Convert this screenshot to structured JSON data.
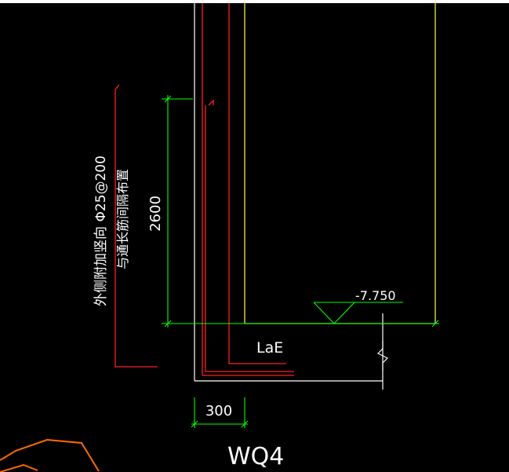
{
  "drawing": {
    "annotation_rebar": "外侧附加竖向 Φ25@200",
    "annotation_note": "与通长筋间隔布置",
    "dim_height": "2600",
    "dim_width": "300",
    "elevation": "-7.750",
    "anchor_label": "LaE",
    "wall_label": "WQ4"
  },
  "colors": {
    "background": "#000000",
    "wall": "#ffffff",
    "rebar": "#ff2020",
    "dimension": "#00ff00",
    "slab": "#ffff40",
    "orange_line": "#ff6a00",
    "text": "#ffffff"
  }
}
